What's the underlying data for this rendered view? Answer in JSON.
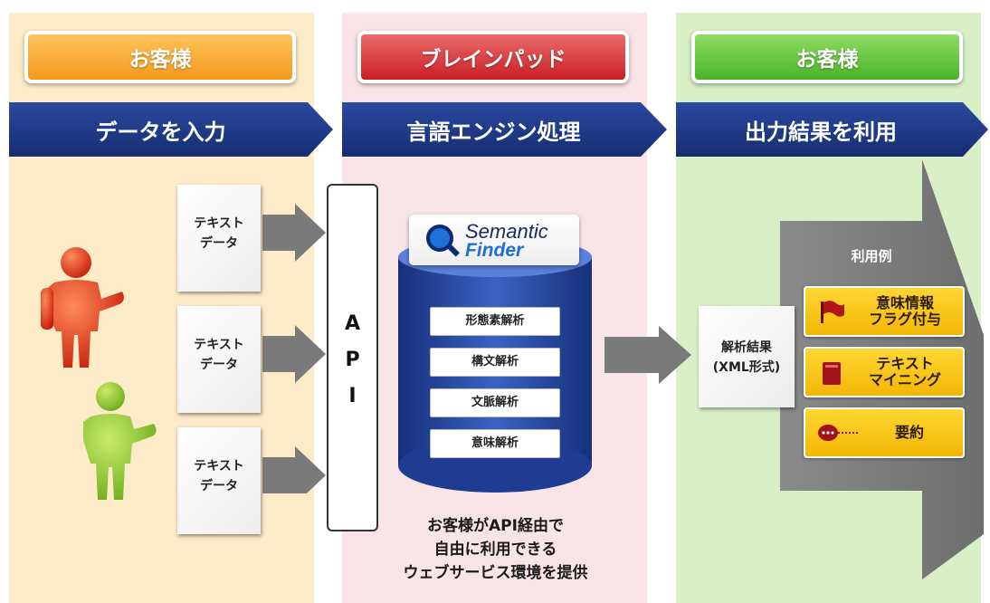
{
  "columns": {
    "left": {
      "header": "お客様",
      "band": "データを入力"
    },
    "middle": {
      "header": "ブレインパッド",
      "band": "言語エンジン処理"
    },
    "right": {
      "header": "お客様",
      "band": "出力結果を利用"
    }
  },
  "documents": [
    {
      "line1": "テキスト",
      "line2": "データ"
    },
    {
      "line1": "テキスト",
      "line2": "データ"
    },
    {
      "line1": "テキスト",
      "line2": "データ"
    }
  ],
  "api": {
    "letters": [
      "A",
      "P",
      "I"
    ]
  },
  "engine": {
    "logo_line1": "Semantic",
    "logo_line2": "Finder",
    "steps": [
      "形態素解析",
      "構文解析",
      "文脈解析",
      "意味解析"
    ]
  },
  "caption": {
    "line1": "お客様がAPI経由で",
    "line2": "自由に利用できる",
    "line3": "ウェブサービス環境を提供"
  },
  "result": {
    "line1": "解析結果",
    "line2": "(XML形式)"
  },
  "usage": {
    "label": "利用例",
    "items": [
      {
        "icon": "flag-icon",
        "line1": "意味情報",
        "line2": "フラグ付与"
      },
      {
        "icon": "book-icon",
        "line1": "テキスト",
        "line2": "マイニング"
      },
      {
        "icon": "speech-bubble-icon",
        "line1": "要約",
        "line2": ""
      }
    ]
  },
  "colors": {
    "header_orange": "#f59a1e",
    "header_red": "#c91f24",
    "header_green": "#4ab32a",
    "band_navy": "#1c3a86",
    "cylinder_blue": "#2c4ea8",
    "card_yellow": "#f2b705",
    "person_red": "#d9230f",
    "person_green": "#7bbd23"
  }
}
